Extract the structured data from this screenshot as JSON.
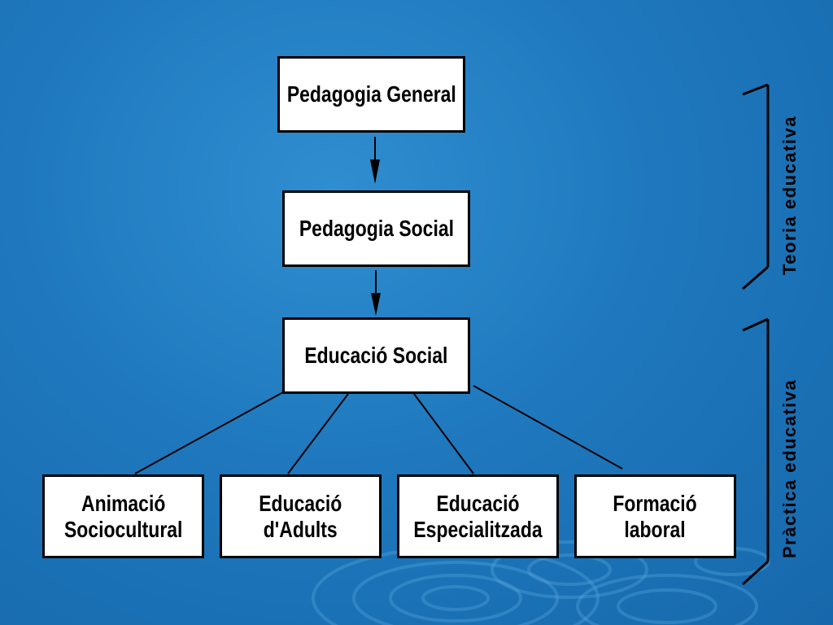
{
  "diagram": {
    "nodes": {
      "pedagogia_general": "Pedagogia General",
      "pedagogia_social": "Pedagogia Social",
      "educacio_social": "Educació Social",
      "animacio_l1": "Animació",
      "animacio_l2": "Sociocultural",
      "adults_l1": "Educació",
      "adults_l2": "d'Adults",
      "especialitzada_l1": "Educació",
      "especialitzada_l2": "Especialitzada",
      "formacio_l1": "Formació",
      "formacio_l2": "laboral"
    },
    "brackets": {
      "teoria": "Teoria educativa",
      "practica": "Pràctica educativa"
    }
  },
  "colors": {
    "background": "#1f78bd",
    "box_fill": "#ffffff",
    "stroke": "#000000"
  }
}
